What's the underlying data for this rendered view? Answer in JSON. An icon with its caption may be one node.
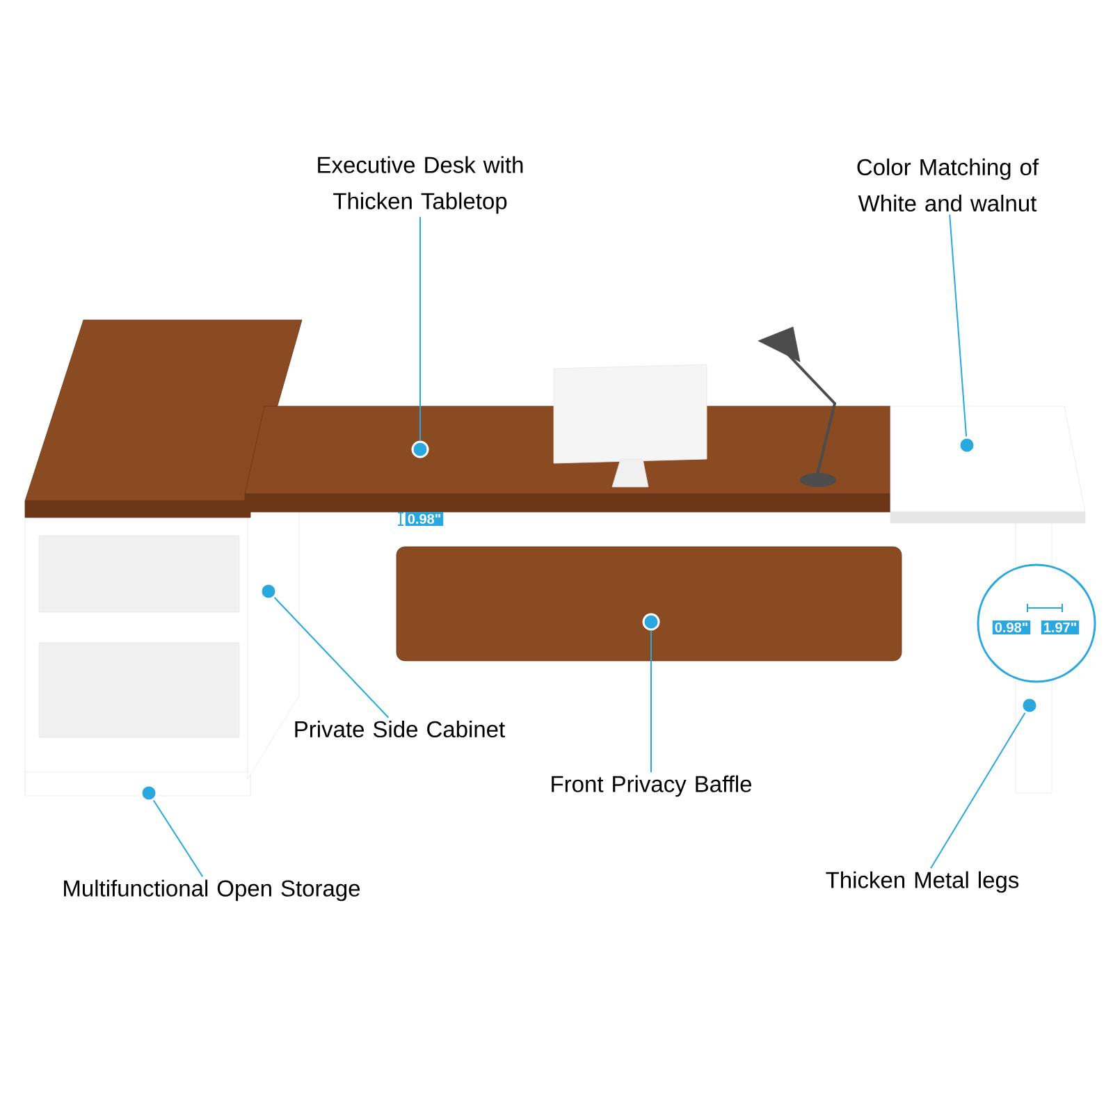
{
  "diagram": {
    "nodes": [
      {
        "text": [
          "Executive Desk with Thicken Tabletop"
        ]
      },
      {
        "text": [
          "Color Matching of White and walnut"
        ]
      },
      {
        "text": [
          "Private Side Cabinet"
        ]
      },
      {
        "text": [
          "Front Privacy Baffle"
        ]
      },
      {
        "text": [
          "Multifunctional Open Storage"
        ]
      },
      {
        "text": [
          "Thicken Metal legs"
        ]
      },
      {
        "text": [],
        "shape": "circle"
      },
      {
        "text": [],
        "shape": "circle"
      },
      {
        "text": [],
        "shape": "circle"
      },
      {
        "text": [],
        "shape": "circle"
      },
      {
        "text": [],
        "shape": "circle"
      },
      {
        "text": [],
        "shape": "circle"
      }
    ],
    "edges": [
      {
        "from": 0,
        "to": 6,
        "arrow": "none"
      },
      {
        "from": 1,
        "to": 7,
        "arrow": "none"
      },
      {
        "from": 2,
        "to": 8,
        "arrow": "none"
      },
      {
        "from": 3,
        "to": 9,
        "arrow": "none"
      },
      {
        "from": 4,
        "to": 10,
        "arrow": "none"
      },
      {
        "from": 5,
        "to": 11,
        "arrow": "none"
      }
    ],
    "labels": [
      "0.98\"",
      "0.98\"",
      "1.97\""
    ]
  }
}
